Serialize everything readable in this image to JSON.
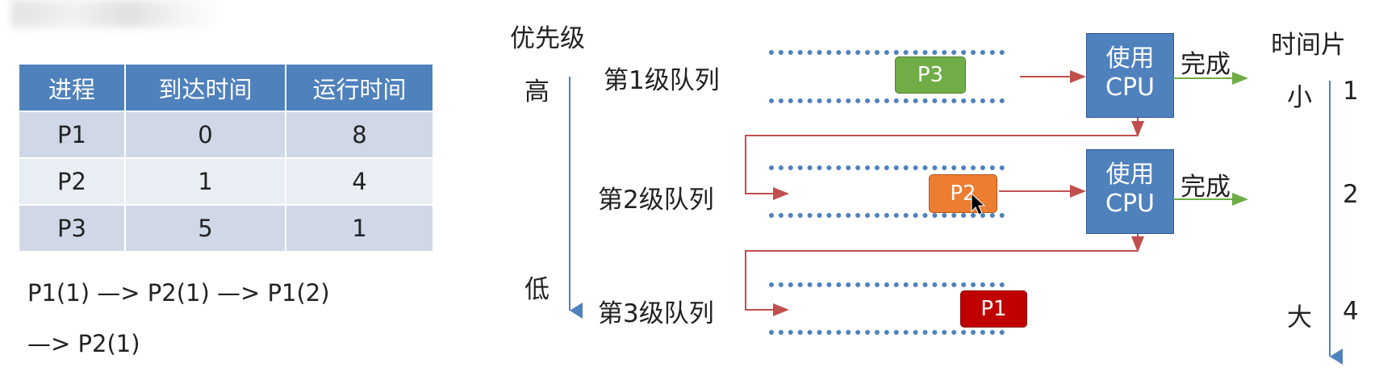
{
  "table": {
    "headers": [
      "进程",
      "到达时间",
      "运行时间"
    ],
    "rows": [
      {
        "process": "P1",
        "arrival": "0",
        "runtime": "8"
      },
      {
        "process": "P2",
        "arrival": "1",
        "runtime": "4"
      },
      {
        "process": "P3",
        "arrival": "5",
        "runtime": "1"
      }
    ]
  },
  "sequence": {
    "line1": "P1(1) —> P2(1) —> P1(2)",
    "line2": "—> P2(1)"
  },
  "priority": {
    "title": "优先级",
    "high": "高",
    "low": "低"
  },
  "queues": [
    {
      "label": "第1级队列",
      "process": "P3",
      "color": "#70ad47"
    },
    {
      "label": "第2级队列",
      "process": "P2",
      "color": "#ed7d31"
    },
    {
      "label": "第3级队列",
      "process": "P1",
      "color": "#c00000"
    }
  ],
  "cpu": {
    "line1": "使用",
    "line2": "CPU",
    "done": "完成"
  },
  "timeslice": {
    "title": "时间片",
    "small": "小",
    "large": "大",
    "values": [
      "1",
      "2",
      "4"
    ]
  },
  "colors": {
    "accent": "#4f81bd",
    "arrow": "#c0504d",
    "done_arrow": "#70ad47"
  }
}
